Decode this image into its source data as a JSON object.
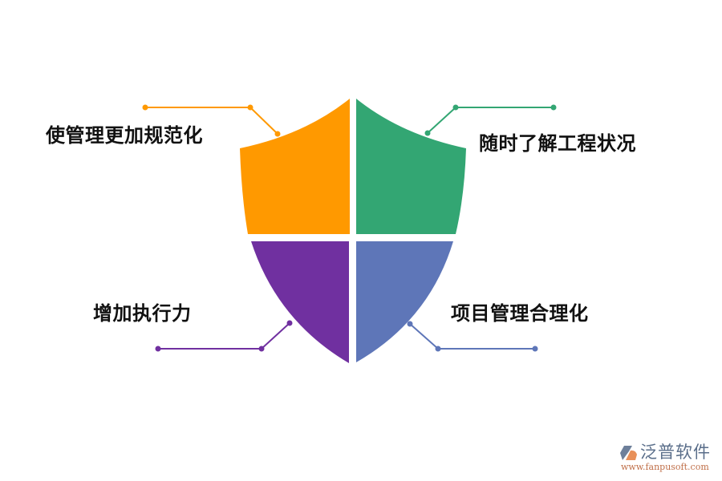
{
  "diagram": {
    "type": "shield-quadrant",
    "quadrants": [
      {
        "position": "top-left",
        "label": "使管理更加规范化",
        "color": "#FF9900"
      },
      {
        "position": "top-right",
        "label": "随时了解工程状况",
        "color": "#33A673"
      },
      {
        "position": "bottom-left",
        "label": "增加执行力",
        "color": "#7030A0"
      },
      {
        "position": "bottom-right",
        "label": "项目管理合理化",
        "color": "#5E76B8"
      }
    ]
  },
  "logo": {
    "name": "泛普软件",
    "url": "www.fanpusoft.com",
    "icon": "fanpu-logo-icon"
  }
}
